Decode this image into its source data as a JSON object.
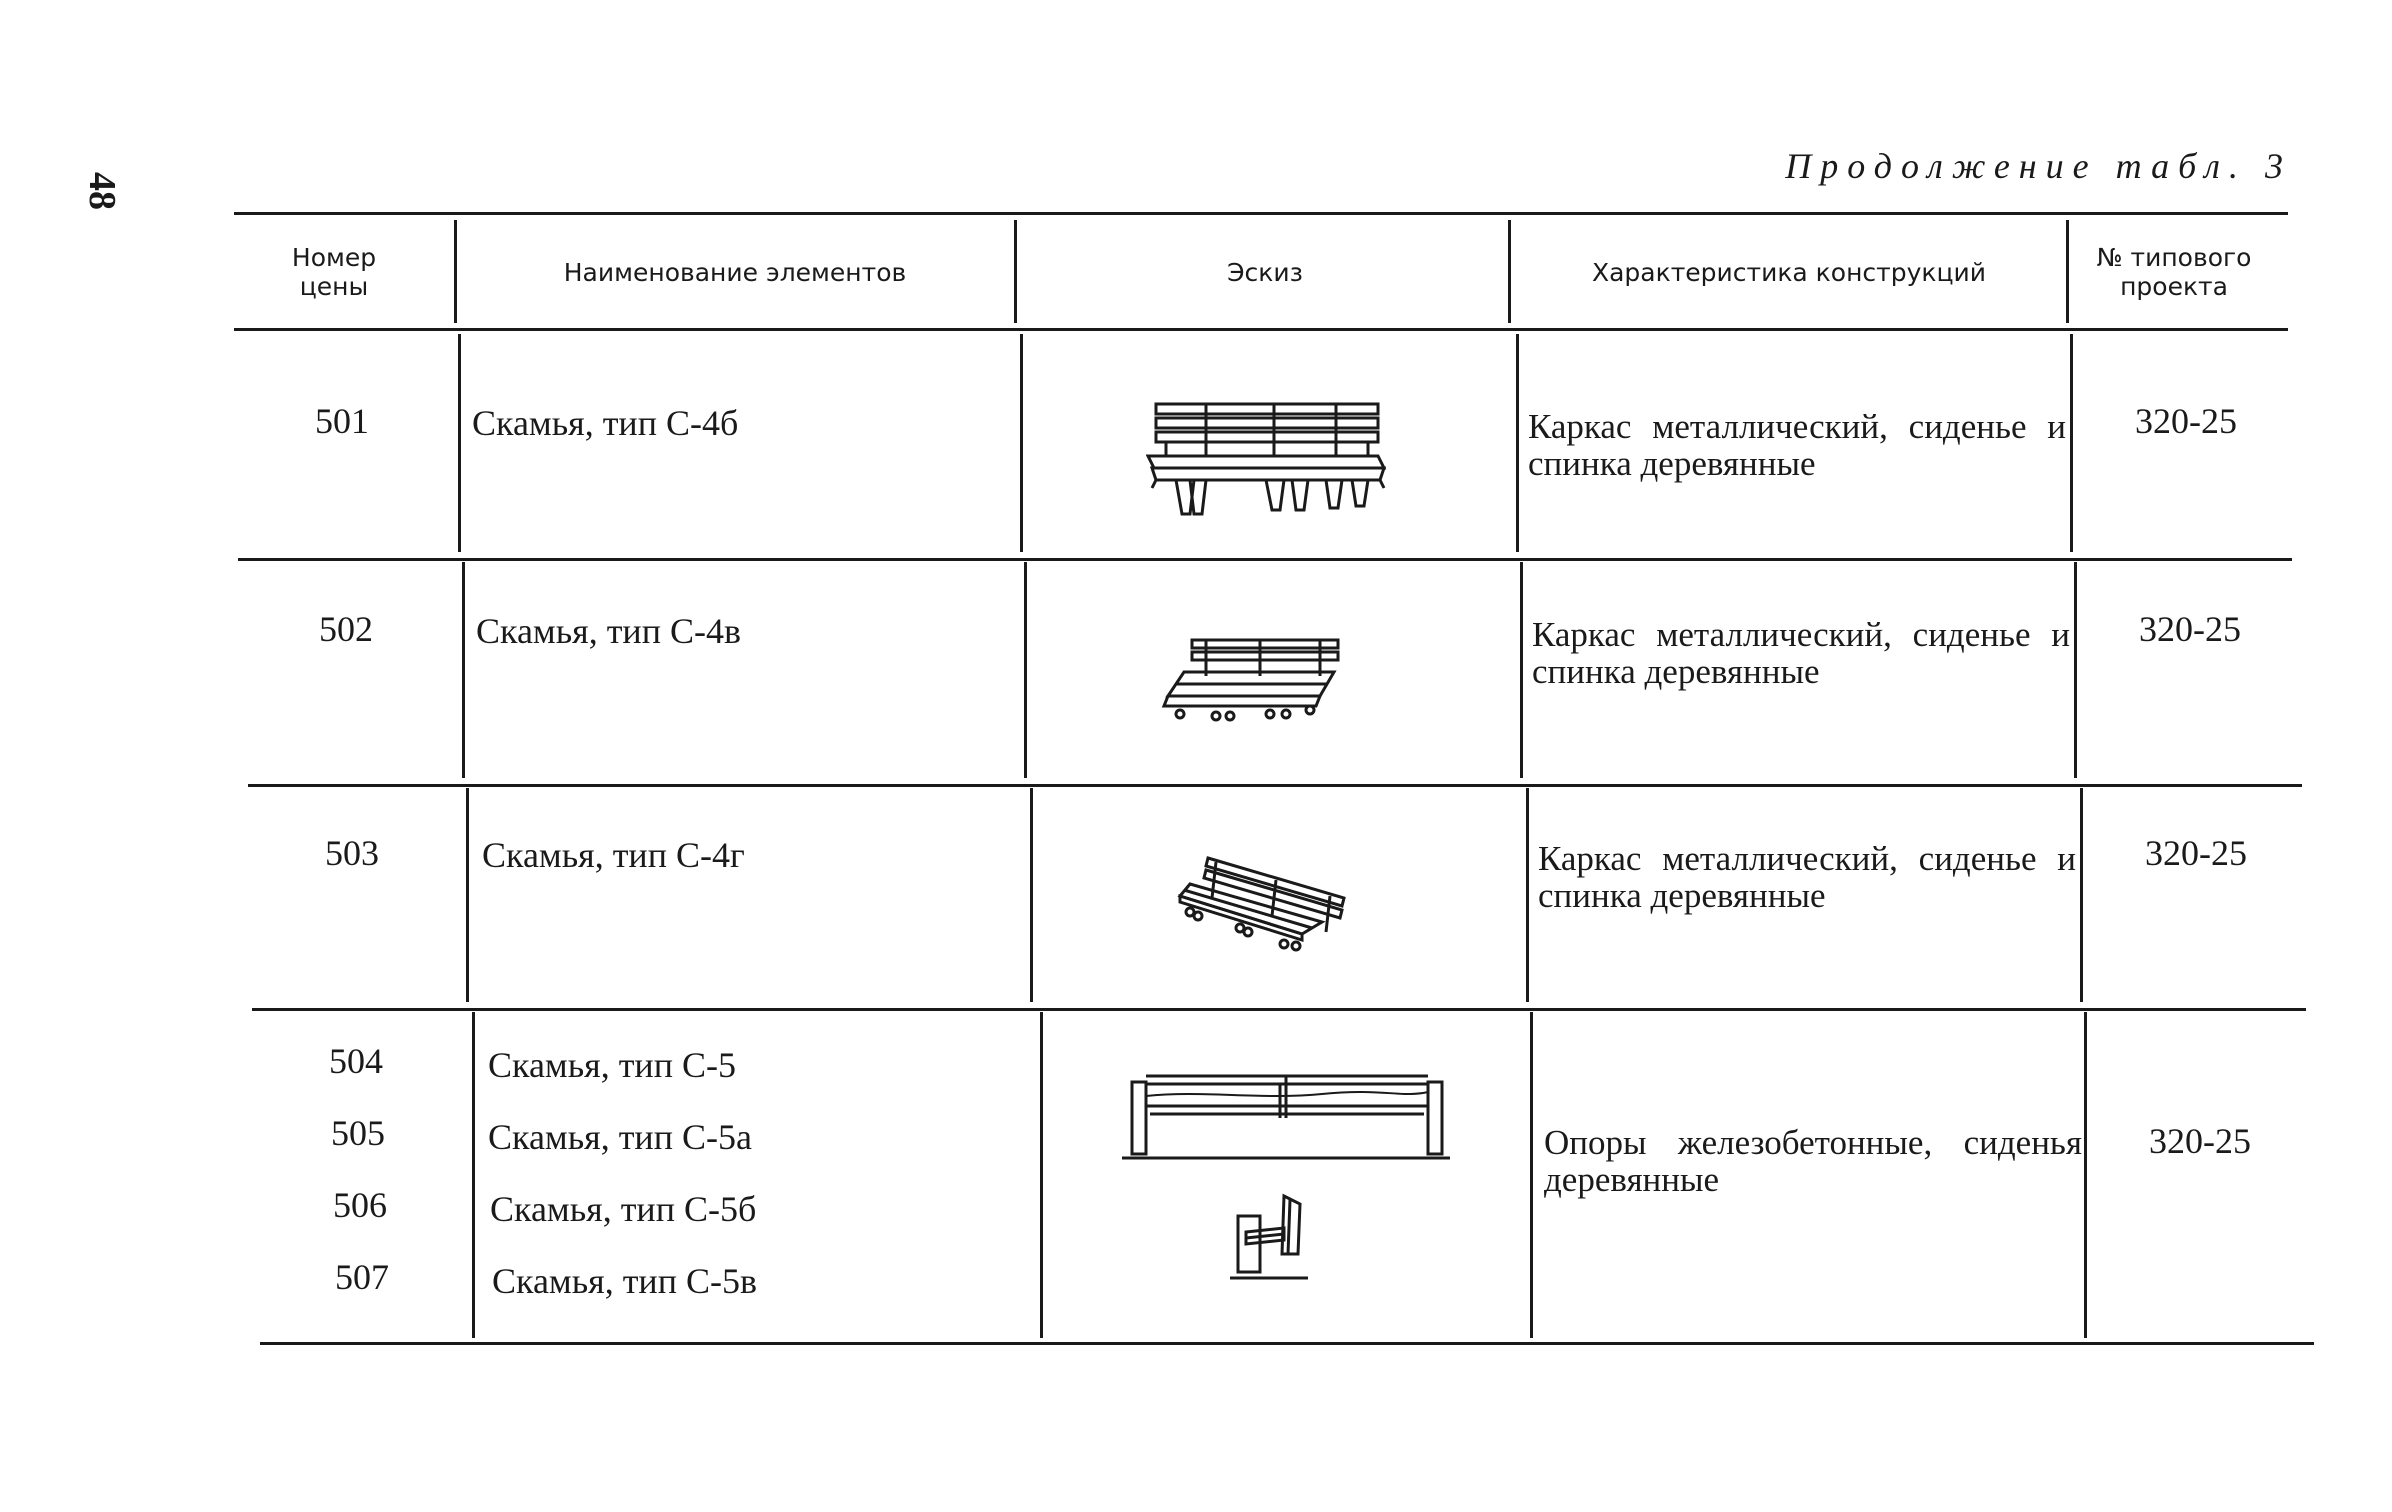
{
  "page_number": "48",
  "continuation": "Продолжение табл. 3",
  "header": {
    "col_number": "Номер цены",
    "col_name": "Наименование элементов",
    "col_sketch": "Эскиз",
    "col_char": "Характеристика конструкций",
    "col_project": "№ типового проекта"
  },
  "rows": [
    {
      "number": "501",
      "name": "Скамья, тип С-4б",
      "characteristic": "Каркас металлический, сиденье и спинка деревянные",
      "project": "320-25",
      "sketch": "bench-c4b-sketch"
    },
    {
      "number": "502",
      "name": "Скамья, тип С-4в",
      "characteristic": "Каркас металлический, сиденье и спинка деревянные",
      "project": "320-25",
      "sketch": "bench-c4v-sketch"
    },
    {
      "number": "503",
      "name": "Скамья, тип С-4г",
      "characteristic": "Каркас металлический, сиденье и спинка деревянные",
      "project": "320-25",
      "sketch": "bench-c4g-sketch"
    }
  ],
  "group": {
    "items": [
      {
        "number": "504",
        "name": "Скамья, тип С-5"
      },
      {
        "number": "505",
        "name": "Скамья, тип С-5а"
      },
      {
        "number": "506",
        "name": "Скамья, тип С-5б"
      },
      {
        "number": "507",
        "name": "Скамья, тип С-5в"
      }
    ],
    "characteristic": "Опоры железобетонные, сиденья деревянные",
    "project": "320-25",
    "sketches": [
      "bench-c5-front-sketch",
      "bench-c5-side-sketch"
    ]
  }
}
